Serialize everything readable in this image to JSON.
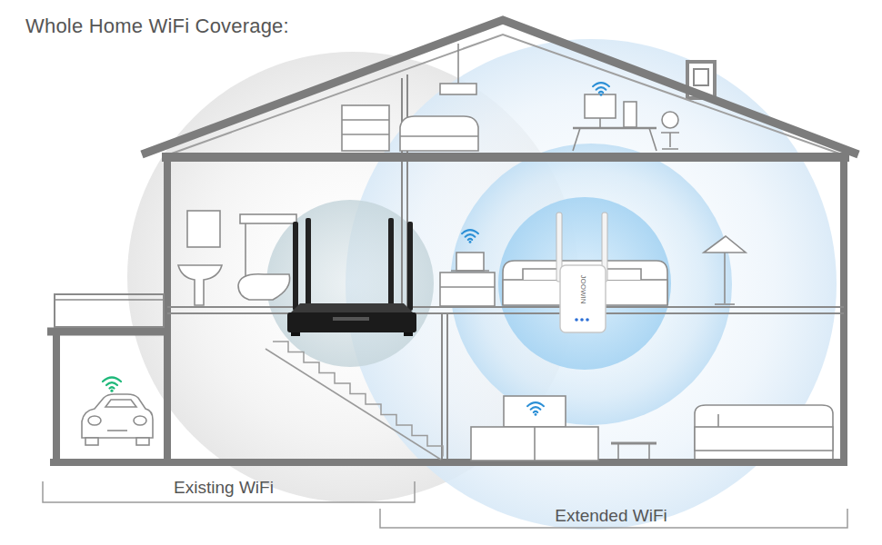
{
  "diagram": {
    "title": "Whole Home WiFi Coverage:",
    "labels": [
      "Existing WiFi",
      "Extended WiFi",
      "JOOWIN"
    ]
  }
}
